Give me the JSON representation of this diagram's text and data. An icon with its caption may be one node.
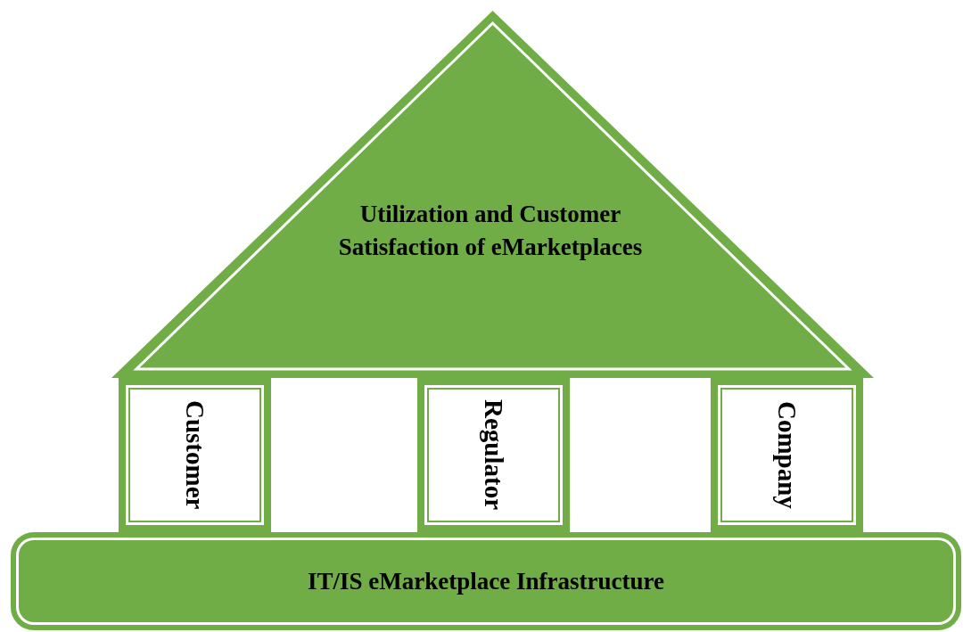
{
  "diagram": {
    "nodes": [
      {
        "text": [
          "Utilization and Customer Satisfaction of eMarketplaces"
        ]
      },
      {
        "text": [
          "Customer"
        ]
      },
      {
        "text": [
          "Regulator"
        ]
      },
      {
        "text": [
          "Company"
        ]
      },
      {
        "text": [
          "IT/IS eMarketplace Infrastructure"
        ]
      }
    ]
  }
}
